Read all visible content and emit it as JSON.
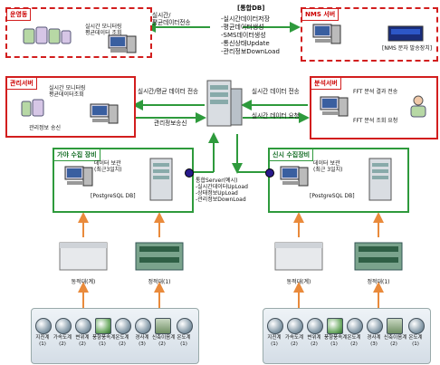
{
  "ops_center": {
    "title": "운영동",
    "label": "실시간 모니터링\n평균데이터 조회"
  },
  "nms": {
    "title": "NMS 서버",
    "label": "[NMS 문자 발송장치]"
  },
  "db": {
    "title": "[통합DB]",
    "items": [
      "-실시간데이터저장",
      "-평균데이터생성",
      "-SMS데이터생성",
      "-통신상태Update",
      "-관리정보DownLoad"
    ]
  },
  "flows": {
    "top_left": "실시간/\n평균데이터전송",
    "mid_left_top": "실시간/평균 데이터 전송",
    "mid_left_bottom": "관리정보송신",
    "mid_right_top": "실시간 데이터 전송",
    "mid_right_bottom": "실시간 데이터 요청"
  },
  "admin": {
    "title": "관리서버",
    "label_top": "실시간 모니터링\n평균데이터조회",
    "label_bottom": "관리정보 송신"
  },
  "analysis": {
    "title": "분석서버",
    "label_top": "FFT 분석 결과 전송",
    "label_bottom": "FFT 분석 조회 요청"
  },
  "left_site": {
    "title": "가야 수집 장비",
    "store_label": "데이터 보관\n(최근3일치)",
    "db_label": "[PostgreSQL DB]"
  },
  "right_site": {
    "title": "신시 수집장비",
    "store_label": "데이터 보관\n(최근 3일치)",
    "db_label": "[PostgreSQL DB]"
  },
  "comm_server": {
    "title": "통합Server(예시)",
    "items": [
      "-실시간데이터UpLoad",
      "-상태정보UpLoad",
      "-관리정보DownLoad"
    ]
  },
  "devices": {
    "left_dynamic": "동적대(계)",
    "left_static": "정적대(1)",
    "right_dynamic": "동적대(계)",
    "right_static": "정적대(1)"
  },
  "sensors_left": [
    {
      "name": "지진계",
      "count": "(1)"
    },
    {
      "name": "가속도계",
      "count": "(2)"
    },
    {
      "name": "변위계",
      "count": "(2)"
    },
    {
      "name": "풍향풍속계",
      "count": "(1)"
    },
    {
      "name": "온도계",
      "count": "(2)"
    },
    {
      "name": "경사계",
      "count": "(3)"
    },
    {
      "name": "신축이음계",
      "count": "(2)"
    },
    {
      "name": "온도계",
      "count": "(1)"
    }
  ],
  "sensors_right": [
    {
      "name": "지진계",
      "count": "(1)"
    },
    {
      "name": "가속도계",
      "count": "(2)"
    },
    {
      "name": "변위계",
      "count": "(2)"
    },
    {
      "name": "풍향풍속계",
      "count": "(1)"
    },
    {
      "name": "온도계",
      "count": "(2)"
    },
    {
      "name": "경사계",
      "count": "(3)"
    },
    {
      "name": "신축이음계",
      "count": "(2)"
    },
    {
      "name": "온도계",
      "count": "(1)"
    }
  ],
  "colors": {
    "red": "#d21e1e",
    "green": "#2e9a3c",
    "arrow": "#2e9a3c",
    "arrow_up": "#e98a3b"
  }
}
